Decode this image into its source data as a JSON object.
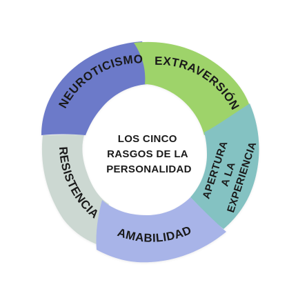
{
  "center": {
    "lines": [
      "LOS CINCO",
      "RASGOS DE LA",
      "PERSONALIDAD"
    ]
  },
  "segments": [
    {
      "id": "neuroticismo",
      "label": "NEUROTICISMO",
      "color": "#6c7ac9"
    },
    {
      "id": "extraversion",
      "label": "EXTRAVERSIÓN",
      "color": "#9ed36a"
    },
    {
      "id": "apertura",
      "label": "APERTURA A LA EXPERIENCIA",
      "lines": [
        "APERTURA",
        "A LA",
        "EXPERIENCIA"
      ],
      "color": "#84c2c2"
    },
    {
      "id": "amabilidad",
      "label": "AMABILIDAD",
      "color": "#a8b4e8"
    },
    {
      "id": "resistencia",
      "label": "RESISTENCIA",
      "color": "#ccd8d2"
    }
  ]
}
